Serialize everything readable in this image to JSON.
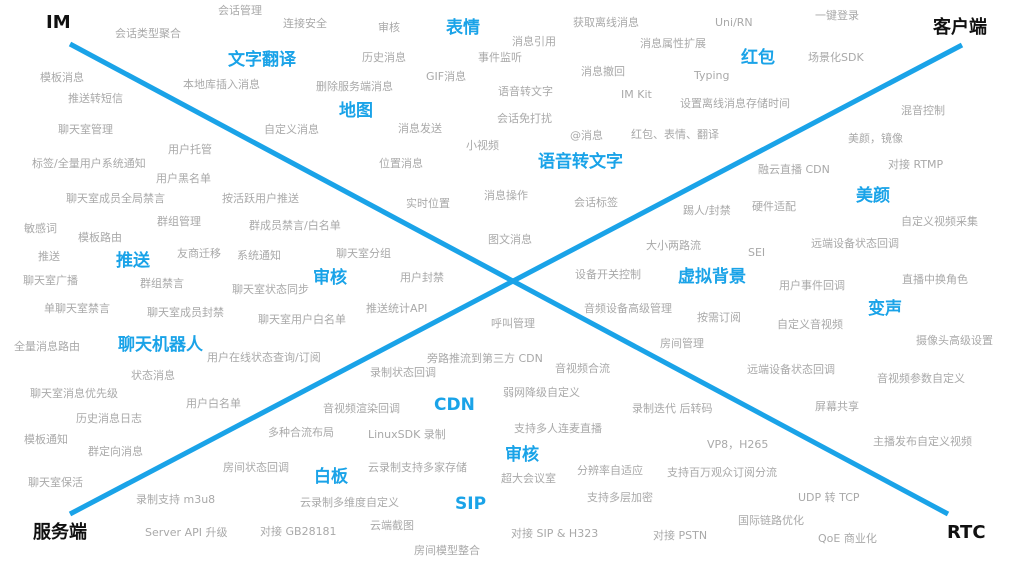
{
  "corners": {
    "top_left": "IM",
    "top_right": "客户端",
    "bottom_left": "服务端",
    "bottom_right": "RTC"
  },
  "colors": {
    "line": "#1aa3e8",
    "highlight": "#1aa3e8",
    "keyword": "#a9a9a9",
    "corner": "#111111"
  },
  "highlights": [
    "表情",
    "文字翻译",
    "红包",
    "地图",
    "语音转文字",
    "美颜",
    "推送",
    "审核",
    "虚拟背景",
    "变声",
    "聊天机器人",
    "CDN",
    "审核",
    "白板",
    "SIP"
  ],
  "keywords": [
    "会话管理",
    "连接安全",
    "审核",
    "获取离线消息",
    "Uni/RN",
    "一键登录",
    "会话类型聚合",
    "消息引用",
    "消息属性扩展",
    "历史消息",
    "事件监听",
    "场景化SDK",
    "模板消息",
    "本地库插入消息",
    "GIF消息",
    "消息撤回",
    "Typing",
    "推送转短信",
    "删除服务端消息",
    "语音转文字",
    "IM Kit",
    "设置离线消息存储时间",
    "混音控制",
    "聊天室管理",
    "会话免打扰",
    "自定义消息",
    "消息发送",
    "@消息",
    "红包、表情、翻译",
    "美颜，镜像",
    "用户托管",
    "小视频",
    "标签/全量用户系统通知",
    "位置消息",
    "融云直播 CDN",
    "对接 RTMP",
    "用户黑名单",
    "聊天室成员全局禁言",
    "按活跃用户推送",
    "消息操作",
    "实时位置",
    "会话标签",
    "踢人/封禁",
    "硬件适配",
    "群组管理",
    "敏感词",
    "群成员禁言/白名单",
    "自定义视频采集",
    "模板路由",
    "图文消息",
    "大小两路流",
    "远端设备状态回调",
    "推送",
    "友商迁移",
    "系统通知",
    "聊天室分组",
    "SEI",
    "直播中换角色",
    "聊天室广播",
    "群组禁言",
    "用户封禁",
    "设备开关控制",
    "聊天室状态同步",
    "用户事件回调",
    "单聊天室禁言",
    "推送统计API",
    "音频设备高级管理",
    "聊天室成员封禁",
    "聊天室用户白名单",
    "按需订阅",
    "呼叫管理",
    "自定义音视频",
    "摄像头高级设置",
    "全量消息路由",
    "用户在线状态查询/订阅",
    "房间管理",
    "旁路推流到第三方 CDN",
    "状态消息",
    "音视频合流",
    "远端设备状态回调",
    "录制状态回调",
    "音视频参数自定义",
    "聊天室消息优先级",
    "弱网降级自定义",
    "用户白名单",
    "屏幕共享",
    "录制迭代 后转码",
    "音视频渲染回调",
    "历史消息日志",
    "支持多人连麦直播",
    "模板通知",
    "多种合流布局",
    "LinuxSDK 录制",
    "主播发布自定义视频",
    "VP8，H265",
    "群定向消息",
    "房间状态回调",
    "分辨率自适应",
    "支持百万观众订阅分流",
    "云录制支持多家存储",
    "超大会议室",
    "聊天室保活",
    "录制支持 m3u8",
    "支持多层加密",
    "UDP 转 TCP",
    "云录制多维度自定义",
    "国际链路优化",
    "Server API 升级",
    "对接 GB28181",
    "云端截图",
    "对接 SIP & H323",
    "对接 PSTN",
    "QoE 商业化",
    "房间模型整合"
  ]
}
